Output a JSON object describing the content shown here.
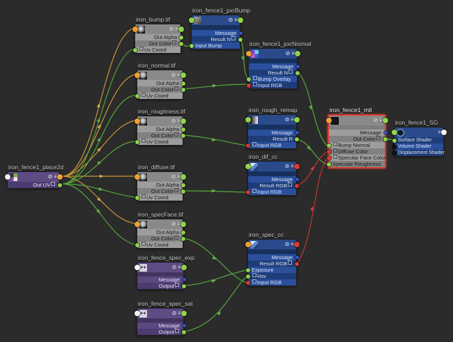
{
  "app": {
    "name": "node-editor-graph"
  },
  "colors": {
    "background": "#2b2b2b",
    "edge_green": "#56a73c",
    "edge_orange": "#c89737",
    "edge_red": "#c23833",
    "selection_red": "#e03a2f",
    "port_green": "#8fd24c",
    "port_orange": "#eda133",
    "port_red": "#d63b33",
    "port_blue": "#3d55cc",
    "port_white": "#f2f2f2",
    "port_black": "#121212"
  },
  "icons": {
    "swatch": "⊘",
    "menu": "≡",
    "util": "++"
  },
  "shared": {
    "out_alpha": "Out Alpha",
    "out_color": "Out Color",
    "uv_coord": "Uv Coord",
    "message": "Message",
    "input_rgb": "Input RGB",
    "output": "Output"
  },
  "nodes": {
    "place2d": {
      "title": "iron_fence1_place2d",
      "out_uv": "Out UV"
    },
    "bump": {
      "title": "iron_bump.tif"
    },
    "normal": {
      "title": "iron_normal.tif"
    },
    "roughness": {
      "title": "iron_roughness.tif"
    },
    "diffuse": {
      "title": "iron_diffuse.tif"
    },
    "specface": {
      "title": "iron_specFace.tif"
    },
    "pxrbump": {
      "title": "iron_fence1_pxrBump",
      "result": "Result N",
      "input": "Input Bump"
    },
    "pxrnormal": {
      "title": "iron_fence1_pxrNormal",
      "result": "Result N",
      "bump_overlay": "Bump Overlay"
    },
    "rough_remap": {
      "title": "iron_rough_remap",
      "result": "Result R"
    },
    "dif_cc": {
      "title": "iron_dif_cc",
      "result": "Result RGB"
    },
    "spec_cc": {
      "title": "iron_spec_cc",
      "result": "Result RGB",
      "exposure": "Exposure",
      "hsv": "Hsv"
    },
    "mtl": {
      "title": "iron_fence1_mtl",
      "out_color": "Out Color",
      "bump_normal": "Bump Normal",
      "diffuse_color": "Diffuse Color",
      "spec_face_color": "Specular Face Color",
      "spec_roughness": "Specular Roughness"
    },
    "sg": {
      "title": "iron_fence1_SG",
      "surface": "Surface Shader",
      "volume": "Volume Shader",
      "displacement": "Displacement Shader"
    },
    "spec_exp": {
      "title": "iron_fence_spec_exp"
    },
    "spec_sat": {
      "title": "iron_fence_spec_sat"
    }
  },
  "edges": [
    {
      "from": "iron_fence1_place2d",
      "to": "iron_bump.tif",
      "color": "orange"
    },
    {
      "from": "iron_fence1_place2d",
      "to": "iron_normal.tif",
      "color": "orange"
    },
    {
      "from": "iron_fence1_place2d",
      "to": "iron_roughness.tif",
      "color": "orange"
    },
    {
      "from": "iron_fence1_place2d",
      "to": "iron_diffuse.tif",
      "color": "orange"
    },
    {
      "from": "iron_fence1_place2d",
      "to": "iron_specFace.tif",
      "color": "orange"
    },
    {
      "from": "iron_fence1_place2d Out UV",
      "to": "iron_bump.tif Uv Coord",
      "color": "green"
    },
    {
      "from": "iron_fence1_place2d Out UV",
      "to": "iron_normal.tif Uv Coord",
      "color": "green"
    },
    {
      "from": "iron_fence1_place2d Out UV",
      "to": "iron_roughness.tif Uv Coord",
      "color": "green"
    },
    {
      "from": "iron_fence1_place2d Out UV",
      "to": "iron_diffuse.tif Uv Coord",
      "color": "green"
    },
    {
      "from": "iron_fence1_place2d Out UV",
      "to": "iron_specFace.tif Uv Coord",
      "color": "green"
    },
    {
      "from": "iron_bump.tif Out Color",
      "to": "iron_fence1_pxrBump Input Bump",
      "color": "green"
    },
    {
      "from": "iron_fence1_pxrBump Result N",
      "to": "iron_fence1_pxrNormal Bump Overlay",
      "color": "green"
    },
    {
      "from": "iron_normal.tif Out Color",
      "to": "iron_fence1_pxrNormal Input RGB",
      "color": "green"
    },
    {
      "from": "iron_fence1_pxrNormal Result N",
      "to": "iron_fence1_mtl Bump Normal",
      "color": "green"
    },
    {
      "from": "iron_roughness.tif Out Color",
      "to": "iron_rough_remap Input RGB",
      "color": "green"
    },
    {
      "from": "iron_rough_remap Result R",
      "to": "iron_fence1_mtl Specular Roughness",
      "color": "green"
    },
    {
      "from": "iron_diffuse.tif Out Color",
      "to": "iron_dif_cc Input RGB",
      "color": "green"
    },
    {
      "from": "iron_dif_cc Result RGB",
      "to": "iron_fence1_mtl Diffuse Color",
      "color": "red"
    },
    {
      "from": "iron_specFace.tif Out Color",
      "to": "iron_spec_cc Input RGB",
      "color": "green"
    },
    {
      "from": "iron_fence_spec_exp Output",
      "to": "iron_spec_cc Exposure",
      "color": "green"
    },
    {
      "from": "iron_fence_spec_sat Output",
      "to": "iron_spec_cc Hsv",
      "color": "green"
    },
    {
      "from": "iron_spec_cc Result RGB",
      "to": "iron_fence1_mtl Specular Face Color",
      "color": "red"
    },
    {
      "from": "iron_fence1_mtl Out Color",
      "to": "iron_fence1_SG Surface Shader",
      "color": "green"
    }
  ]
}
